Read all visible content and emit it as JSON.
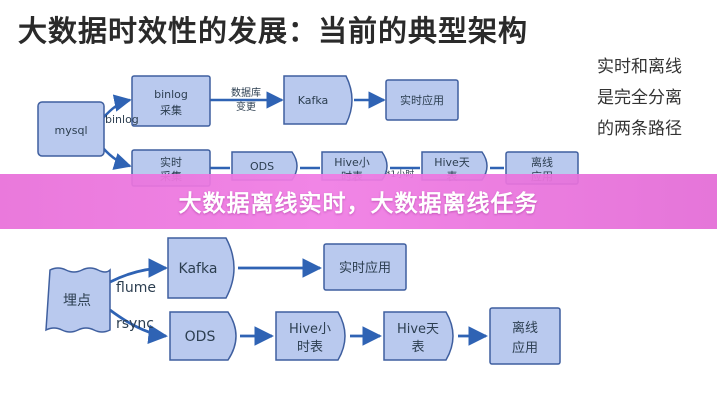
{
  "title": "大数据时效性的发展：当前的典型架构",
  "side_note": [
    "实时和离线",
    "是完全分离",
    "的两条路径"
  ],
  "banner": "大数据离线实时，大数据离线任务",
  "colors": {
    "node_fill": "#b9c9ee",
    "node_stroke": "#3f5f9f",
    "arrow": "#2f63b4",
    "banner": "#ea74dd"
  },
  "top_flow": {
    "nodes": {
      "mysql": "mysql",
      "binlog_collect": [
        "binlog",
        "采集"
      ],
      "kafka": "Kafka",
      "realtime_app": "实时应用",
      "realtime_collect": [
        "实时",
        "采集"
      ],
      "ods": "ODS",
      "hive_hour": [
        "Hive小",
        "时表"
      ],
      "hive_day": [
        "Hive天",
        "表"
      ],
      "offline_app": [
        "离线",
        "应用"
      ]
    },
    "edge_labels": {
      "binlog": "binlog",
      "db_change": [
        "数据库",
        "变更"
      ],
      "hourly": "*1小时"
    }
  },
  "bottom_flow": {
    "nodes": {
      "tracking": "埋点",
      "kafka": "Kafka",
      "realtime_app": "实时应用",
      "ods": "ODS",
      "hive_hour": [
        "Hive小",
        "时表"
      ],
      "hive_day": [
        "Hive天",
        "表"
      ],
      "offline_app": [
        "离线",
        "应用"
      ]
    },
    "edge_labels": {
      "flume": "flume",
      "rsync": "rsync"
    }
  }
}
